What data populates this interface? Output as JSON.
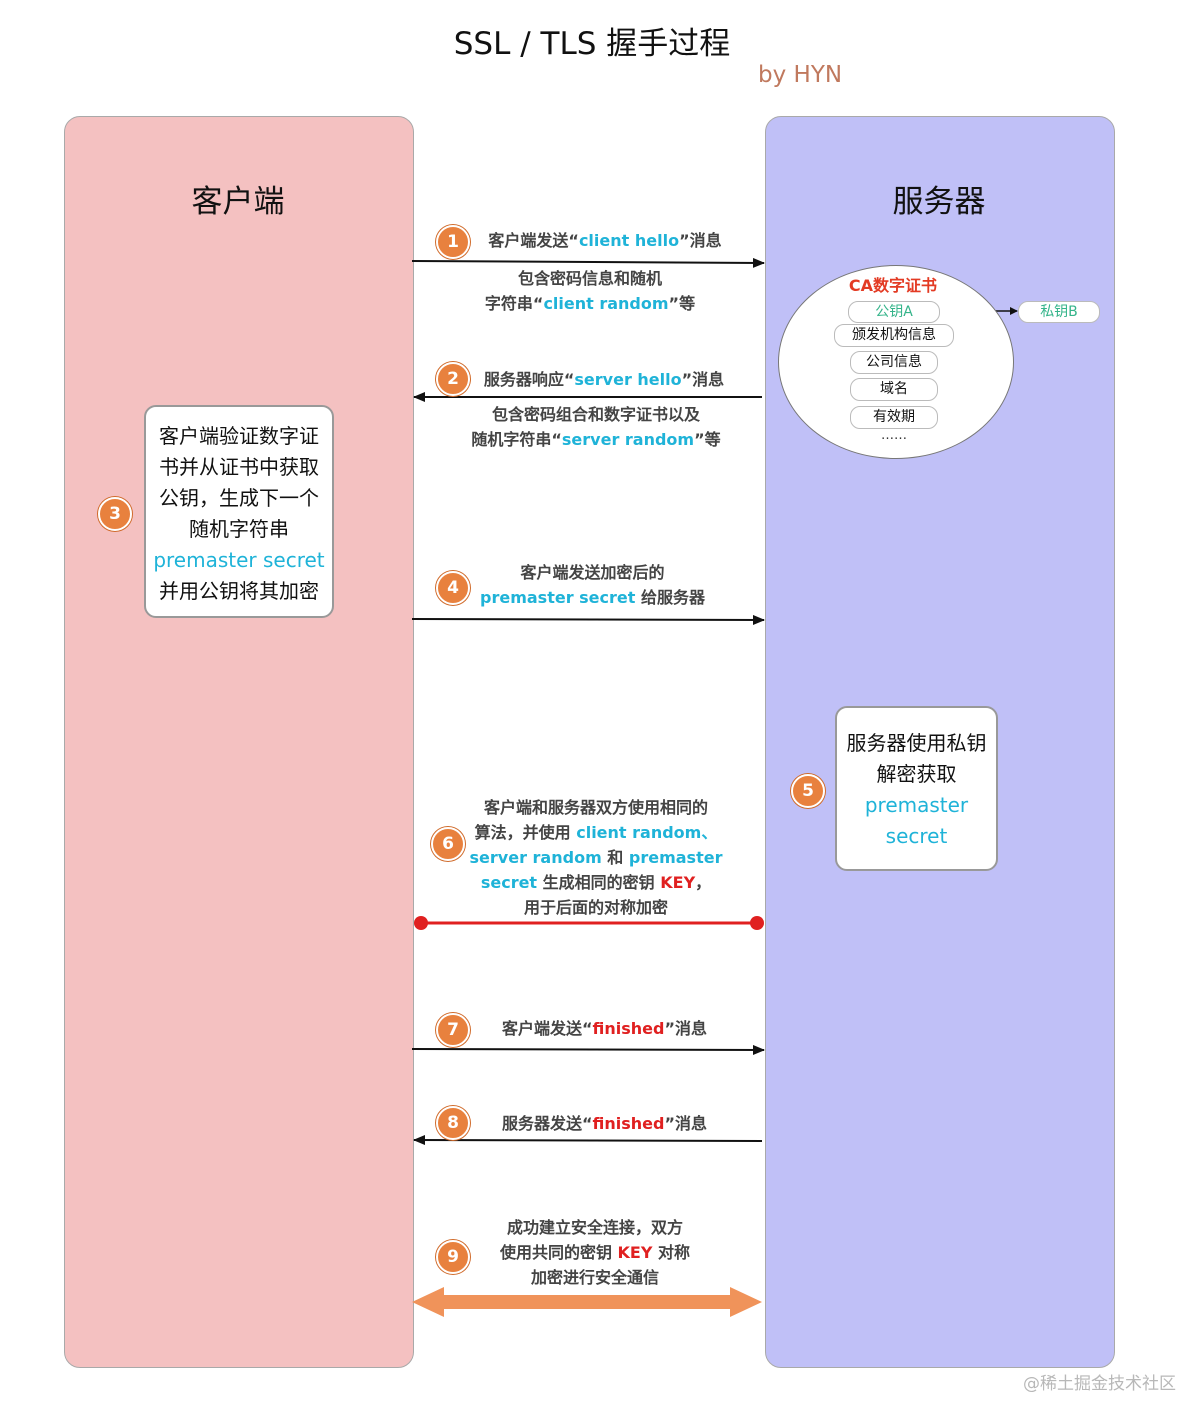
{
  "title": "SSL / TLS 握手过程",
  "author": "by HYN",
  "lanes": {
    "client": "客户端",
    "server": "服务器"
  },
  "steps": [
    {
      "num": "1",
      "line1_a": "客户端发送“",
      "line1_b": "client hello",
      "line1_c": "”消息",
      "line2": "包含密码信息和随机",
      "line3_a": "字符串“",
      "line3_b": "client random",
      "line3_c": "”等"
    },
    {
      "num": "2",
      "line1_a": "服务器响应“",
      "line1_b": "server hello",
      "line1_c": "”消息",
      "line2": "包含密码组合和数字证书以及",
      "line3_a": "随机字符串“",
      "line3_b": "server random",
      "line3_c": "”等"
    },
    {
      "num": "3"
    },
    {
      "num": "4",
      "line1": "客户端发送加密后的",
      "line2_a": "premaster secret",
      "line2_b": " 给服务器"
    },
    {
      "num": "5"
    },
    {
      "num": "6",
      "line1": "客户端和服务器双方使用相同的",
      "line2_a": "算法，并使用 ",
      "line2_b": "client random、",
      "line3_a": "server random",
      "line3_b": " 和 ",
      "line3_c": "premaster",
      "line4_a": "secret",
      "line4_b": " 生成相同的密钥 ",
      "line4_c": "KEY",
      "line4_d": "，",
      "line5": "用于后面的对称加密"
    },
    {
      "num": "7",
      "line1_a": "客户端发送“",
      "line1_b": "finished",
      "line1_c": "”消息"
    },
    {
      "num": "8",
      "line1_a": "服务器发送“",
      "line1_b": "finished",
      "line1_c": "”消息"
    },
    {
      "num": "9",
      "line1": "成功建立安全连接，双方",
      "line2_a": "使用共同的密钥 ",
      "line2_b": "KEY",
      "line2_c": " 对称",
      "line3": "加密进行安全通信"
    }
  ],
  "client_box": {
    "line1": "客户端验证数字证",
    "line2": "书并从证书中获取",
    "line3": "公钥，生成下一个",
    "line4": "随机字符串",
    "line5": "premaster secret",
    "line6": "并用公钥将其加密"
  },
  "server_box": {
    "line1": "服务器使用私钥",
    "line2": "解密获取",
    "line3": "premaster",
    "line4": "secret"
  },
  "certificate": {
    "title": "CA数字证书",
    "items": [
      "公钥A",
      "颁发机构信息",
      "公司信息",
      "域名",
      "有效期"
    ],
    "ellipsis": "……",
    "private_key": "私钥B"
  },
  "watermark": "@稀土掘金技术社区",
  "colors": {
    "client_lane": "#f4c1c1",
    "server_lane": "#c0c0f7",
    "badge": "#e8813e",
    "highlight_text": "#1fb3d8",
    "key_text": "#e02020",
    "shared_key_line": "#e02020",
    "secure_channel": "#f0935a"
  }
}
